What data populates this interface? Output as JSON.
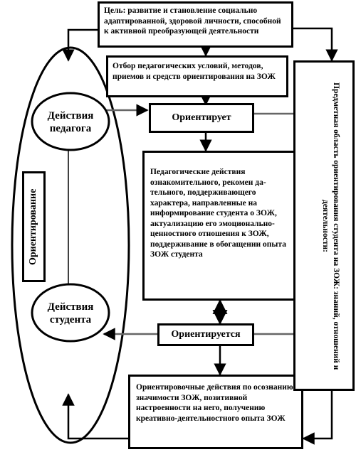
{
  "goal": "Цель: развитие и становление социально адаптированной, здоровой личности, способной к активной преобразующей деятельности",
  "selection": "Отбор педагогических условий, методов, приемов и средств ориентирования на ЗОЖ",
  "teacher_actions": "Действия педагога",
  "student_actions": "Действия студента",
  "orienting_label": "Ориентирование",
  "orients": "Ориентирует",
  "orients_self": "Ориентируется",
  "pedagogical_actions": "Педагогические действия ознакомительного, рекомен да-тельного, поддерживающего характера, направленные на информирование студента о ЗОЖ, актуализацию его эмоционально-ценностного отношения к ЗОЖ, поддерживание в обогащении опыта ЗОЖ студента",
  "orientation_actions": "Ориентировочные действия по осознанию значимости ЗОЖ, позитивной настроенности на него, получению креативно-деятельностного опыта ЗОЖ",
  "subject_area": "Предметная область ориентирования студента на ЗОЖ: знаний, отношений и деятельности:"
}
